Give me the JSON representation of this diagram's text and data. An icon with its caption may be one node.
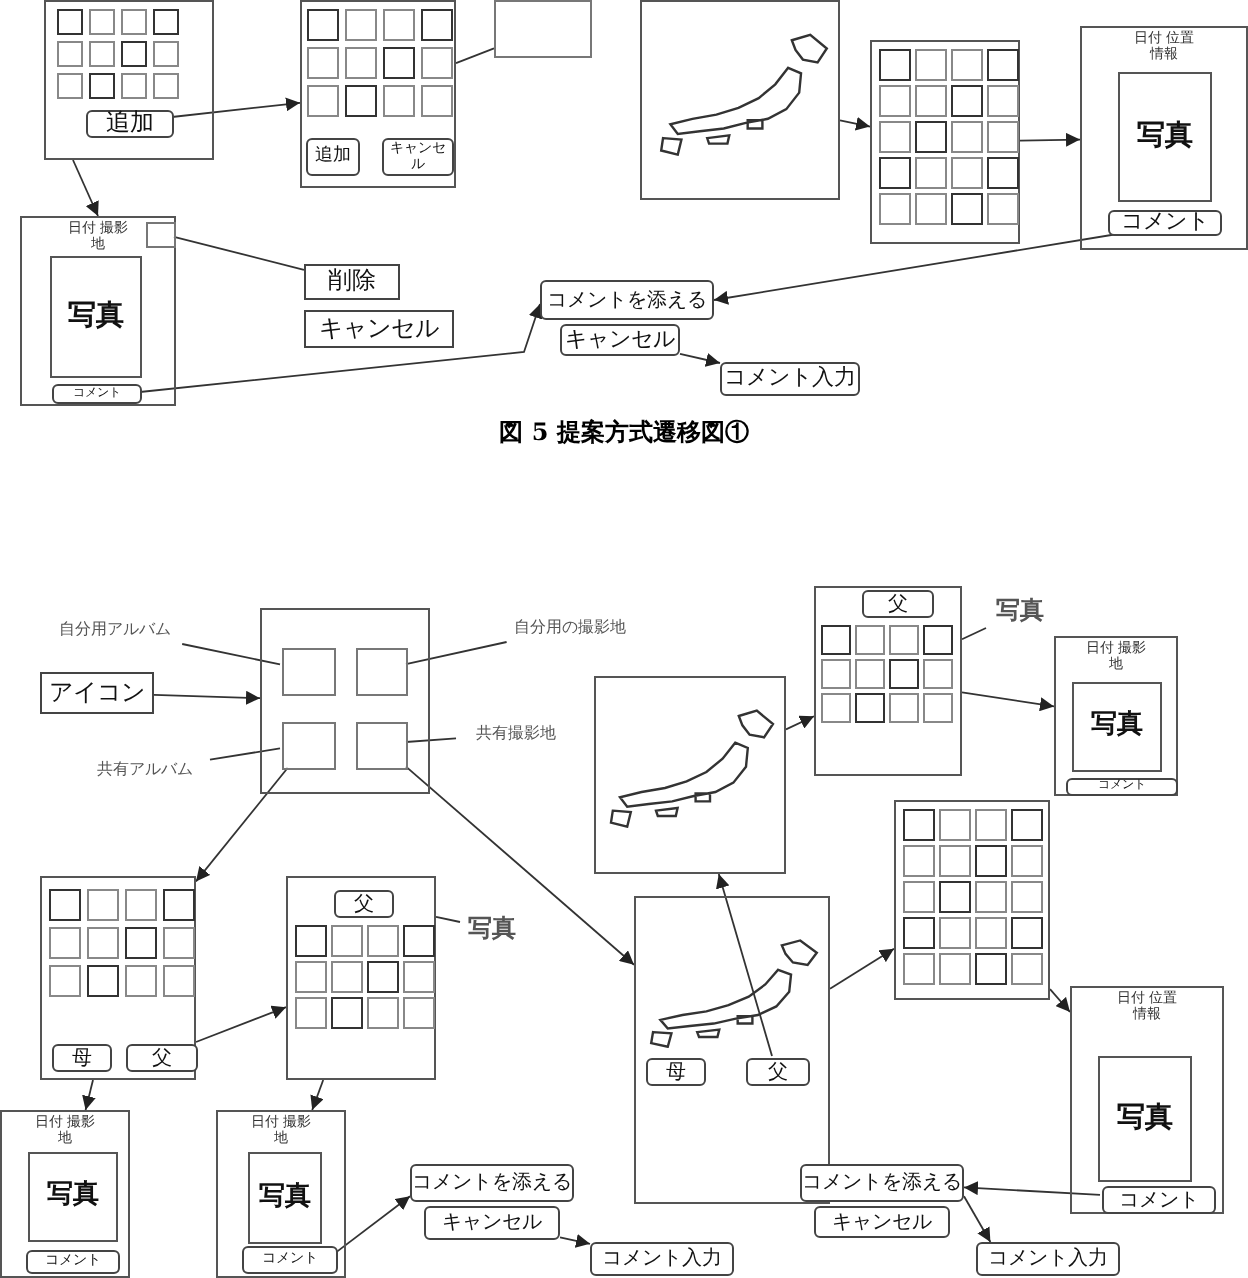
{
  "diagram": {
    "caption": "図 5 提案方式遷移図①",
    "nodes": [
      {
        "text": [],
        "shape": "box"
      },
      {
        "text": [
          "追加"
        ],
        "in": 0
      },
      {
        "text": [],
        "shape": "box"
      },
      {
        "text": [
          "追加"
        ],
        "in": 2
      },
      {
        "text": [
          "キャンセル"
        ],
        "in": 2
      },
      {
        "text": [],
        "shape": "box"
      },
      {
        "text": [
          "日付 撮影地"
        ]
      },
      {
        "text": [
          "写真"
        ],
        "in": 6
      },
      {
        "text": [
          "コメント"
        ],
        "in": 6
      },
      {
        "text": [],
        "shape": "box",
        "in": 6
      },
      {
        "text": [
          "削除"
        ]
      },
      {
        "text": [
          "キャンセル"
        ]
      },
      {
        "text": [],
        "shape": "picture"
      },
      {
        "text": [],
        "shape": "box"
      },
      {
        "text": [
          "日付 位置情報"
        ]
      },
      {
        "text": [
          "写真"
        ],
        "in": 14
      },
      {
        "text": [
          "コメント"
        ],
        "in": 14
      },
      {
        "text": [
          "コメントを添える"
        ]
      },
      {
        "text": [
          "キャンセル"
        ]
      },
      {
        "text": [
          "コメント入力"
        ]
      },
      {
        "text": [],
        "shape": "box"
      },
      {
        "text": [],
        "shape": "box",
        "in": 20
      },
      {
        "text": [],
        "shape": "box",
        "in": 20
      },
      {
        "text": [],
        "shape": "box",
        "in": 20
      },
      {
        "text": [],
        "shape": "box",
        "in": 20
      },
      {
        "text": [
          "自分用アルバム"
        ]
      },
      {
        "text": [
          "自分用の撮影地"
        ]
      },
      {
        "text": [
          "アイコン"
        ]
      },
      {
        "text": [
          "共有アルバム"
        ]
      },
      {
        "text": [
          "共有撮影地"
        ]
      },
      {
        "text": [],
        "shape": "box"
      },
      {
        "text": [
          "母"
        ],
        "in": 30
      },
      {
        "text": [
          "父"
        ],
        "in": 30
      },
      {
        "text": [],
        "shape": "box"
      },
      {
        "text": [
          "父"
        ],
        "in": 33
      },
      {
        "text": [
          "写真"
        ]
      },
      {
        "text": [
          "日付 撮影地"
        ]
      },
      {
        "text": [
          "写真"
        ],
        "in": 36
      },
      {
        "text": [
          "コメント"
        ],
        "in": 36
      },
      {
        "text": [
          "日付 撮影地"
        ]
      },
      {
        "text": [
          "写真"
        ],
        "in": 39
      },
      {
        "text": [
          "コメント"
        ],
        "in": 39
      },
      {
        "text": [
          "コメントを添える"
        ]
      },
      {
        "text": [
          "キャンセル"
        ]
      },
      {
        "text": [
          "コメント入力"
        ]
      },
      {
        "text": [],
        "shape": "picture"
      },
      {
        "text": [],
        "shape": "box"
      },
      {
        "text": [
          "父"
        ],
        "in": 46
      },
      {
        "text": [
          "写真"
        ]
      },
      {
        "text": [
          "日付 撮影地"
        ]
      },
      {
        "text": [
          "写真"
        ],
        "in": 49
      },
      {
        "text": [
          "コメント"
        ],
        "in": 49
      },
      {
        "text": [],
        "shape": "picture"
      },
      {
        "text": [
          "母"
        ],
        "in": 52
      },
      {
        "text": [
          "父"
        ],
        "in": 52
      },
      {
        "text": [],
        "shape": "box"
      },
      {
        "text": [
          "日付 位置情報"
        ]
      },
      {
        "text": [
          "写真"
        ],
        "in": 56
      },
      {
        "text": [
          "コメント"
        ],
        "in": 56
      },
      {
        "text": [
          "コメントを添える"
        ]
      },
      {
        "text": [
          "キャンセル"
        ]
      },
      {
        "text": [
          "コメント入力"
        ]
      }
    ],
    "edges": [
      {
        "from": 1,
        "to": 2,
        "arrow": "to"
      },
      {
        "from": 0,
        "to": 6,
        "arrow": "to"
      },
      {
        "from": 2,
        "to": 5,
        "arrow": "none"
      },
      {
        "from": 9,
        "to": 10,
        "arrow": "none"
      },
      {
        "from": 8,
        "to": 17,
        "arrow": "to"
      },
      {
        "from": 12,
        "to": 13,
        "arrow": "to"
      },
      {
        "from": 13,
        "to": 14,
        "arrow": "to"
      },
      {
        "from": 16,
        "to": 17,
        "arrow": "to"
      },
      {
        "from": 18,
        "to": 19,
        "arrow": "to"
      },
      {
        "from": 25,
        "to": 21,
        "arrow": "none"
      },
      {
        "from": 26,
        "to": 22,
        "arrow": "none"
      },
      {
        "from": 27,
        "to": 20,
        "arrow": "to"
      },
      {
        "from": 28,
        "to": 23,
        "arrow": "none"
      },
      {
        "from": 29,
        "to": 24,
        "arrow": "none"
      },
      {
        "from": 23,
        "to": 30,
        "arrow": "to"
      },
      {
        "from": 24,
        "to": 52,
        "arrow": "to"
      },
      {
        "from": 32,
        "to": 33,
        "arrow": "to"
      },
      {
        "from": 35,
        "to": 33,
        "arrow": "none"
      },
      {
        "from": 30,
        "to": 36,
        "arrow": "to"
      },
      {
        "from": 33,
        "to": 39,
        "arrow": "to"
      },
      {
        "from": 41,
        "to": 42,
        "arrow": "to"
      },
      {
        "from": 43,
        "to": 44,
        "arrow": "to"
      },
      {
        "from": 54,
        "to": 45,
        "arrow": "to"
      },
      {
        "from": 45,
        "to": 46,
        "arrow": "to"
      },
      {
        "from": 48,
        "to": 46,
        "arrow": "none"
      },
      {
        "from": 46,
        "to": 49,
        "arrow": "to"
      },
      {
        "from": 52,
        "to": 55,
        "arrow": "to"
      },
      {
        "from": 55,
        "to": 56,
        "arrow": "to"
      },
      {
        "from": 58,
        "to": 59,
        "arrow": "to"
      },
      {
        "from": 59,
        "to": 61,
        "arrow": "to"
      }
    ]
  }
}
